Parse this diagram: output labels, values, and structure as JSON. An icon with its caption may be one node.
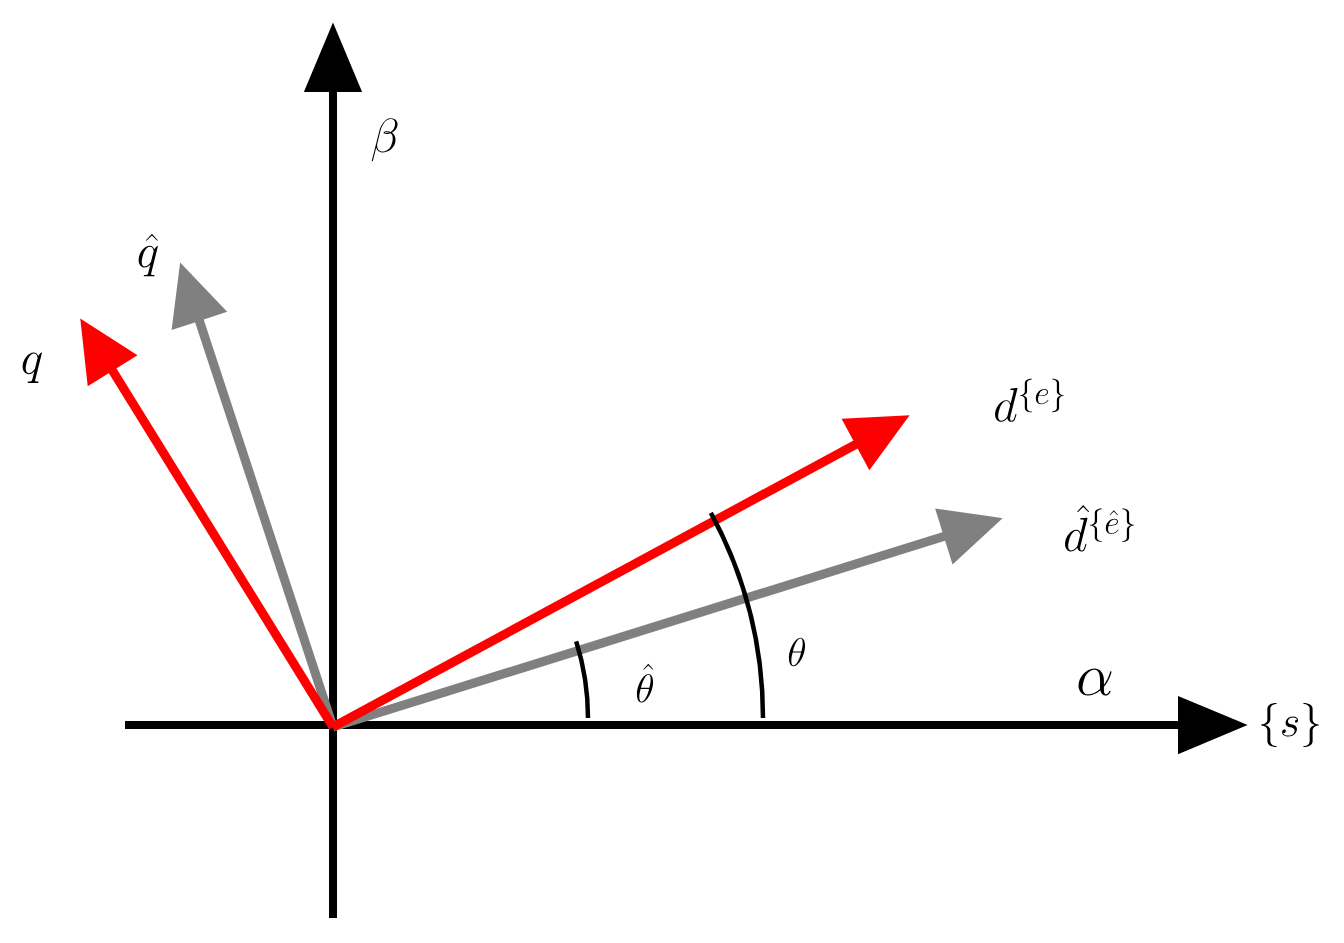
{
  "diagram": {
    "labels": [
      "\\beta",
      "\\hat{q}",
      "q",
      "d^{\\{e\\}}",
      "\\hat{d}^{\\{\\hat{e}\\}}",
      "\\theta",
      "\\hat{\\theta}",
      "\\alpha",
      "\\{s\\}"
    ]
  }
}
